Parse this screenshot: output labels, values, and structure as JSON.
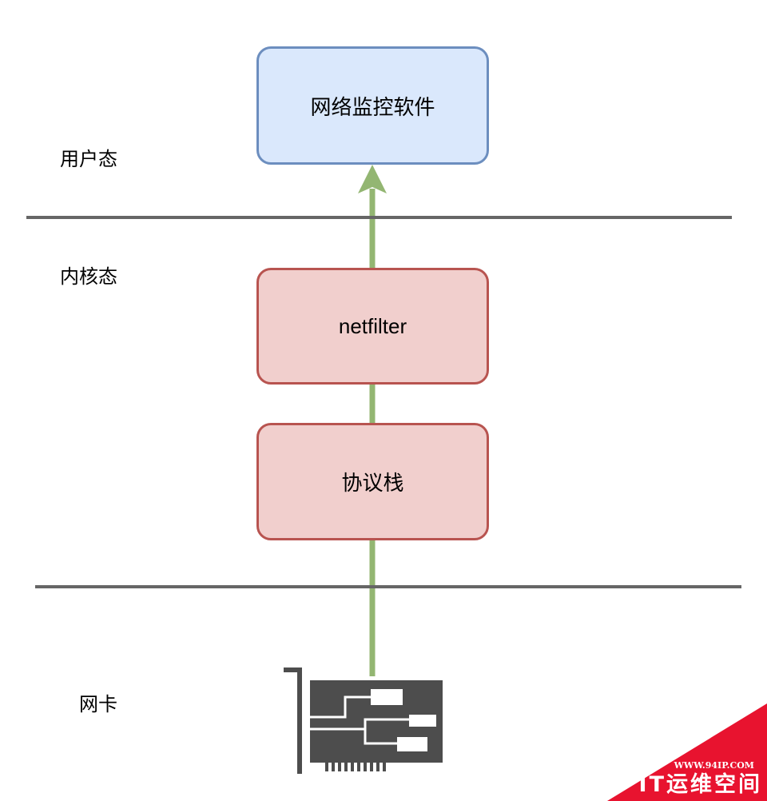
{
  "layers": {
    "user_space": "用户态",
    "kernel_space": "内核态",
    "nic": "网卡"
  },
  "boxes": {
    "monitor_software": "网络监控软件",
    "netfilter": "netfilter",
    "protocol_stack": "协议栈"
  },
  "watermark": {
    "url": "WWW.94IP.COM",
    "brand": "IT运维空间"
  },
  "colors": {
    "user_box_fill": "#dae8fc",
    "user_box_border": "#6c8ebf",
    "kernel_box_fill": "#f1cfcd",
    "kernel_box_border": "#b85450",
    "arrow": "#93b672",
    "divider": "#666666",
    "nic_icon": "#4d4d4d",
    "watermark": "#e8132f"
  },
  "icons": {
    "nic": "network-card-icon"
  }
}
